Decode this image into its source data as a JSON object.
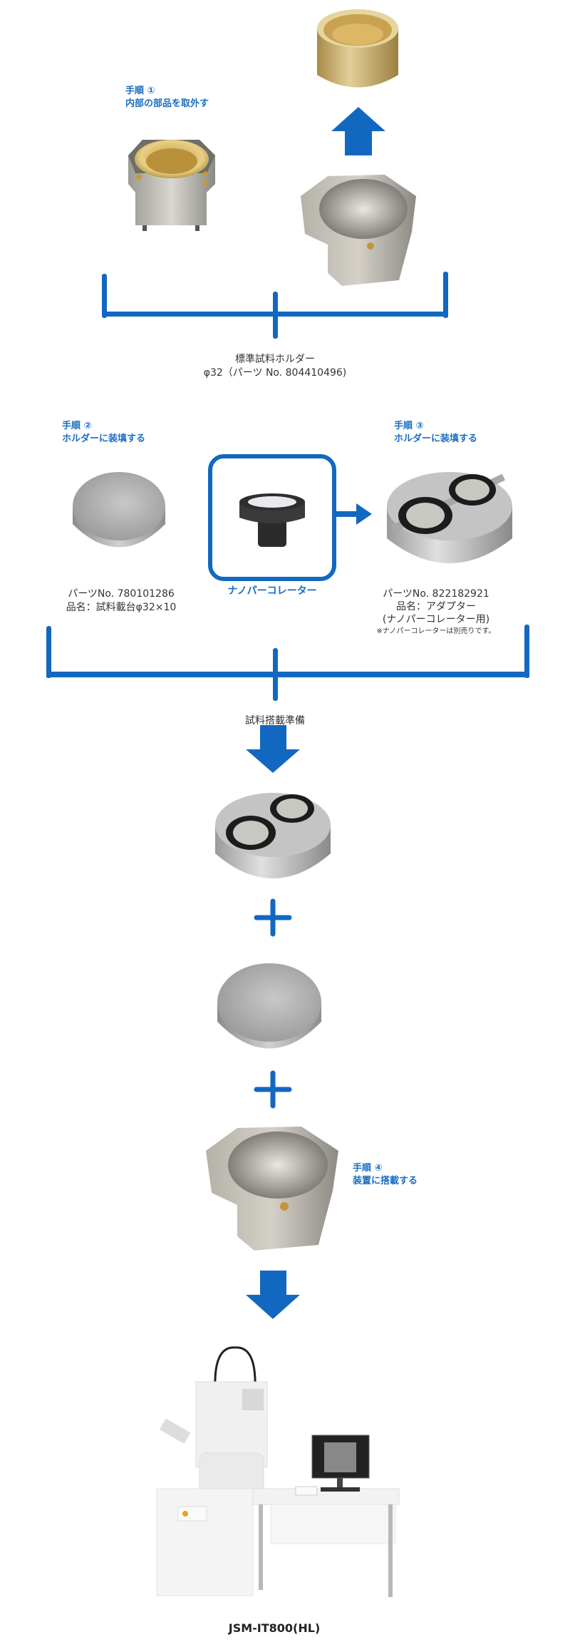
{
  "section1": {
    "step_label_line1": "手順 ①",
    "step_label_line2": "内部の部品を取外す",
    "caption_line1": "標準試料ホルダー",
    "caption_line2": "φ32（パーツ No. 804410496)"
  },
  "section2": {
    "step2_line1": "手順 ②",
    "step2_line2": "ホルダーに装填する",
    "step3_line1": "手順 ③",
    "step3_line2": "ホルダーに装填する",
    "nanopercolator_label": "ナノパーコレーター",
    "stage_part_no": "パーツNo. 780101286",
    "stage_name": "品名：試料載台φ32×10",
    "adapter_part_no": "パーツNo. 822182921",
    "adapter_name": "品名：アダプター",
    "adapter_name_sub": "(ナノパーコレーター用)",
    "adapter_note": "※ナノパーコレーターは別売りです。",
    "caption": "試料搭載準備"
  },
  "section3": {
    "step4_line1": "手順 ④",
    "step4_line2": "装置に搭載する"
  },
  "footer": {
    "model_name": "JSM-IT800(HL)"
  },
  "colors": {
    "accent_blue": "#1268c0"
  }
}
